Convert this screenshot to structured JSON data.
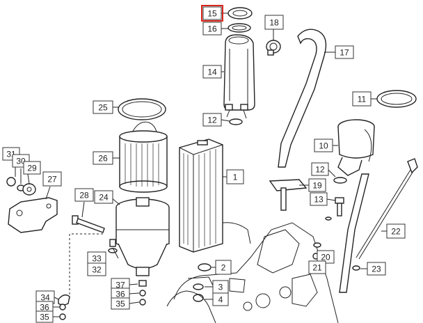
{
  "diagram": {
    "highlighted": "15",
    "highlight_color": "#d9261c",
    "callouts": [
      {
        "id": "15",
        "label": "15"
      },
      {
        "id": "16",
        "label": "16"
      },
      {
        "id": "14",
        "label": "14"
      },
      {
        "id": "12a",
        "label": "12"
      },
      {
        "id": "18",
        "label": "18"
      },
      {
        "id": "17",
        "label": "17"
      },
      {
        "id": "11",
        "label": "11"
      },
      {
        "id": "25",
        "label": "25"
      },
      {
        "id": "26",
        "label": "26"
      },
      {
        "id": "1",
        "label": "1"
      },
      {
        "id": "10",
        "label": "10"
      },
      {
        "id": "12b",
        "label": "12"
      },
      {
        "id": "19",
        "label": "19"
      },
      {
        "id": "13",
        "label": "13"
      },
      {
        "id": "31",
        "label": "31"
      },
      {
        "id": "30",
        "label": "30"
      },
      {
        "id": "29",
        "label": "29"
      },
      {
        "id": "27",
        "label": "27"
      },
      {
        "id": "28",
        "label": "28"
      },
      {
        "id": "24",
        "label": "24"
      },
      {
        "id": "33",
        "label": "33"
      },
      {
        "id": "32",
        "label": "32"
      },
      {
        "id": "2",
        "label": "2"
      },
      {
        "id": "22",
        "label": "22"
      },
      {
        "id": "20",
        "label": "20"
      },
      {
        "id": "21",
        "label": "21"
      },
      {
        "id": "23",
        "label": "23"
      },
      {
        "id": "37",
        "label": "37"
      },
      {
        "id": "36b",
        "label": "36"
      },
      {
        "id": "35b",
        "label": "35"
      },
      {
        "id": "3",
        "label": "3"
      },
      {
        "id": "4",
        "label": "4"
      },
      {
        "id": "34",
        "label": "34"
      },
      {
        "id": "36a",
        "label": "36"
      },
      {
        "id": "35a",
        "label": "35"
      }
    ]
  }
}
